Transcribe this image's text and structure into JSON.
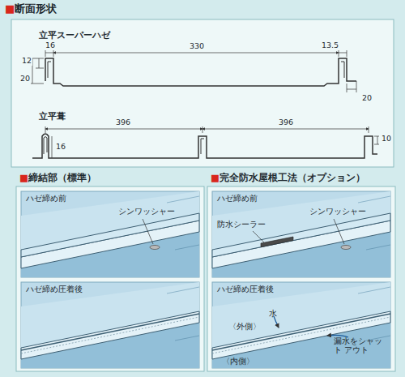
{
  "diagram": {
    "title": "■断面形状",
    "nodes": [
      {
        "text": [
          "立平スーパーハゼ",
          "立平葺"
        ]
      },
      {
        "text": [
          "■締結部（標準）"
        ]
      },
      {
        "text": [
          "ハゼ締め前",
          "シンワッシャー"
        ],
        "in": 1
      },
      {
        "text": [
          "ハゼ締め圧着後"
        ],
        "in": 1
      },
      {
        "text": [
          "■完全防水屋根工法（オプション）"
        ]
      },
      {
        "text": [
          "ハゼ締め前",
          "防水シーラー",
          "シンワッシャー"
        ],
        "in": 4
      },
      {
        "text": [
          "ハゼ締め圧着後",
          "〈外側〉",
          "水",
          "漏水をシャット アウト",
          "〈内側〉"
        ],
        "in": 4
      }
    ],
    "labels": [
      "330",
      "16",
      "13.5",
      "12",
      "20",
      "20",
      "396",
      "396",
      "16",
      "10"
    ]
  }
}
